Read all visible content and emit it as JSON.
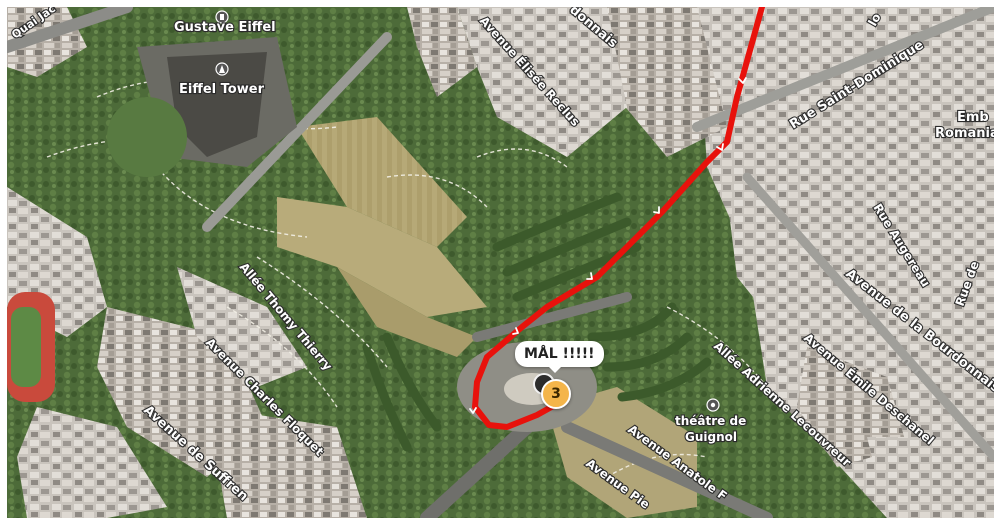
{
  "map": {
    "type": "satellite",
    "route_color": "#e8120c",
    "labels": {
      "gustave_eiffel": "Gustave Eiffel",
      "eiffel_tower": "Eiffel Tower",
      "quai": "Quai Jac",
      "donnais": "donnais",
      "elisee_reclus": "Avenue Élisée Reclus",
      "rue_saint_dominique": "Rue Saint-Dominique",
      "lo": "lo",
      "emb": "Emb",
      "romania": "Romania",
      "rue_augereau": "Rue Augereau",
      "rue_de": "Rue de",
      "avenue_bourdonnais": "Avenue de la Bourdonnais",
      "allee_thomy_thierry": "Allée Thomy Thierry",
      "charles_floquet": "Avenue Charles Floquet",
      "avenue_suffren": "Avenue de Suffren",
      "allee_adrienne": "Allée Adrienne Lecouvreur",
      "emile_deschanel": "Avenue Émile Deschanel",
      "theatre_line1": "théâtre de",
      "theatre_line2": "Guignol",
      "anatole": "Avenue Anatole F",
      "avenue_pie": "Avenue Pie"
    },
    "icons": [
      "monument-icon",
      "monument-icon",
      "theatre-icon",
      "location-dot-icon"
    ]
  },
  "marker": {
    "bubble_text": "MÅL !!!!!",
    "badge_count": "3"
  }
}
